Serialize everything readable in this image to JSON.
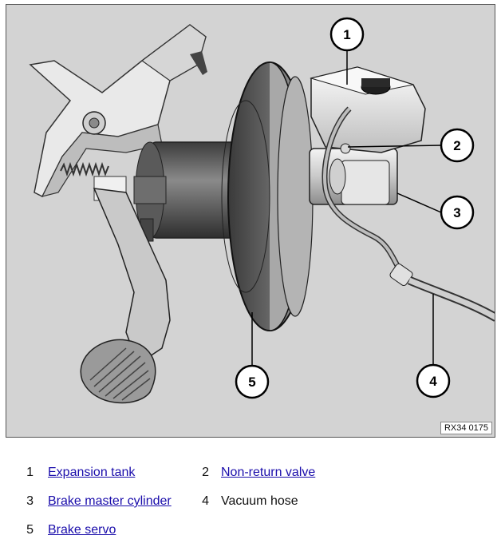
{
  "figure": {
    "code": "RX34 0175",
    "callouts": [
      "1",
      "2",
      "3",
      "4",
      "5"
    ]
  },
  "legend": [
    {
      "num": "1",
      "label": "Expansion tank",
      "link": true
    },
    {
      "num": "2",
      "label": "Non-return valve",
      "link": true
    },
    {
      "num": "3",
      "label": "Brake master cylinder",
      "link": true
    },
    {
      "num": "4",
      "label": "Vacuum hose",
      "link": false
    },
    {
      "num": "5",
      "label": "Brake servo",
      "link": true
    }
  ]
}
